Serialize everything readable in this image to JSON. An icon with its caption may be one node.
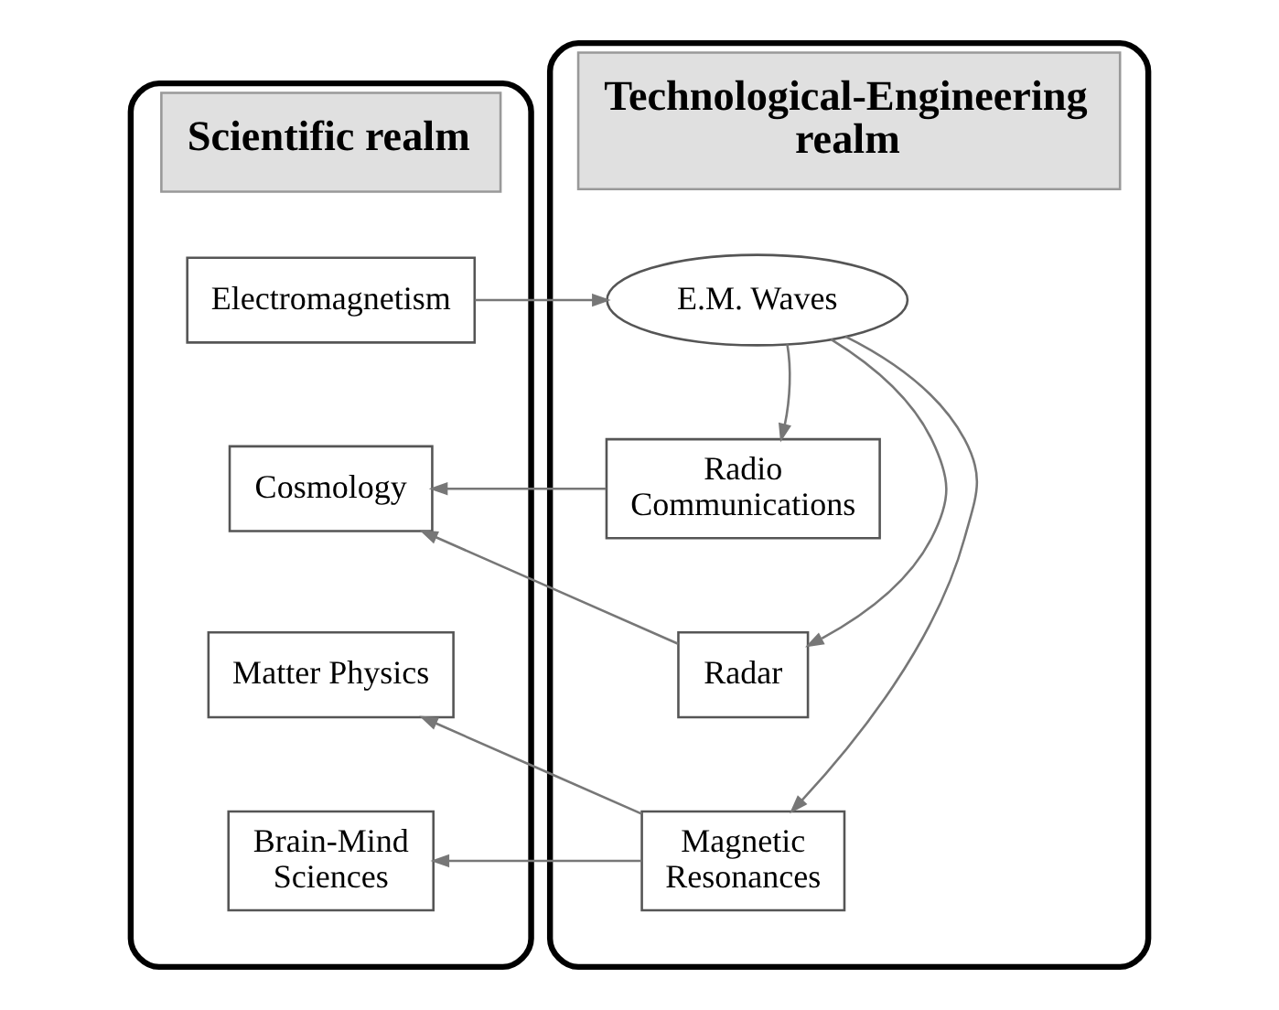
{
  "diagram": {
    "nodes": [
      {
        "text": [
          "Scientific realm"
        ]
      },
      {
        "text": [
          "Electromagnetism"
        ],
        "in": 0
      },
      {
        "text": [
          "Cosmology"
        ],
        "in": 0
      },
      {
        "text": [
          "Matter Physics"
        ],
        "in": 0
      },
      {
        "text": [
          "Brain-Mind Sciences"
        ],
        "in": 0
      },
      {
        "text": [
          "Technological-Engineering realm"
        ]
      },
      {
        "text": [
          "E.M. Waves"
        ],
        "in": 5
      },
      {
        "text": [
          "Radio Communications"
        ],
        "in": 5
      },
      {
        "text": [
          "Radar"
        ],
        "in": 5
      },
      {
        "text": [
          "Magnetic Resonances"
        ],
        "in": 5
      }
    ],
    "edges": [
      {
        "from": 1,
        "to": 6,
        "arrow": "to"
      },
      {
        "from": 6,
        "to": 7,
        "arrow": "to"
      },
      {
        "from": 6,
        "to": 8,
        "arrow": "to"
      },
      {
        "from": 6,
        "to": 9,
        "arrow": "to"
      },
      {
        "from": 7,
        "to": 2,
        "arrow": "to"
      },
      {
        "from": 8,
        "to": 2,
        "arrow": "to"
      },
      {
        "from": 9,
        "to": 3,
        "arrow": "to"
      },
      {
        "from": 9,
        "to": 4,
        "arrow": "to"
      }
    ]
  }
}
